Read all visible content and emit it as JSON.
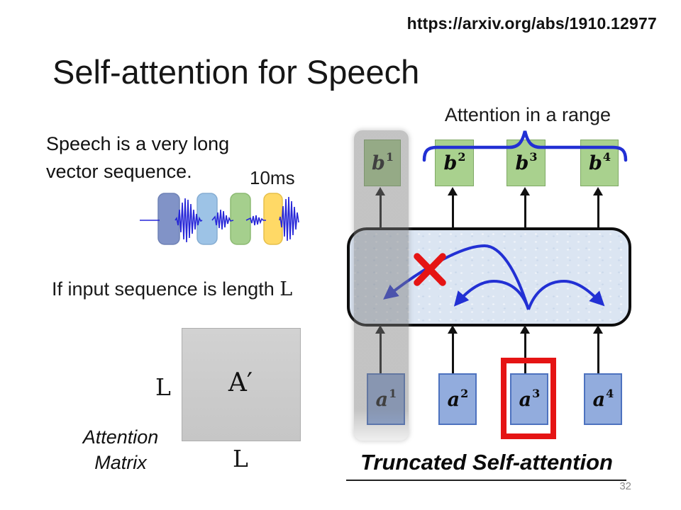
{
  "header": {
    "url": "https://arxiv.org/abs/1910.12977",
    "title": "Self-attention for Speech",
    "page_number": "32"
  },
  "left_panel": {
    "intro_line1": "Speech is a very long",
    "intro_line2": "vector sequence.",
    "wave_duration_label": "10ms",
    "length_note": "If input sequence is length",
    "length_symbol": "L",
    "matrix": {
      "symbol": "A′",
      "row_dim_label": "L",
      "col_dim_label": "L",
      "caption_line1": "Attention",
      "caption_line2": "Matrix"
    }
  },
  "diagram": {
    "range_label": "Attention in a range",
    "caption": "Truncated Self-attention",
    "b_boxes": [
      {
        "base": "b",
        "sup": "1"
      },
      {
        "base": "b",
        "sup": "2"
      },
      {
        "base": "b",
        "sup": "3"
      },
      {
        "base": "b",
        "sup": "4"
      }
    ],
    "a_boxes": [
      {
        "base": "a",
        "sup": "1"
      },
      {
        "base": "a",
        "sup": "2"
      },
      {
        "base": "a",
        "sup": "3"
      },
      {
        "base": "a",
        "sup": "4"
      }
    ]
  },
  "colors": {
    "blue_line": "#2230d4",
    "alert_red": "#e51414",
    "b_box_green": "#a9d18e",
    "a_box_blue": "#92acdd",
    "highlight_band_gray": "#7d7d7d",
    "attention_box_fill": "#dbe5f2",
    "matrix_gray": "#cccccc",
    "wave_boxes": [
      "#8193c7",
      "#9dc3e6",
      "#a5cf8d",
      "#ffd966"
    ],
    "wave_line_blue": "#2626d8"
  }
}
